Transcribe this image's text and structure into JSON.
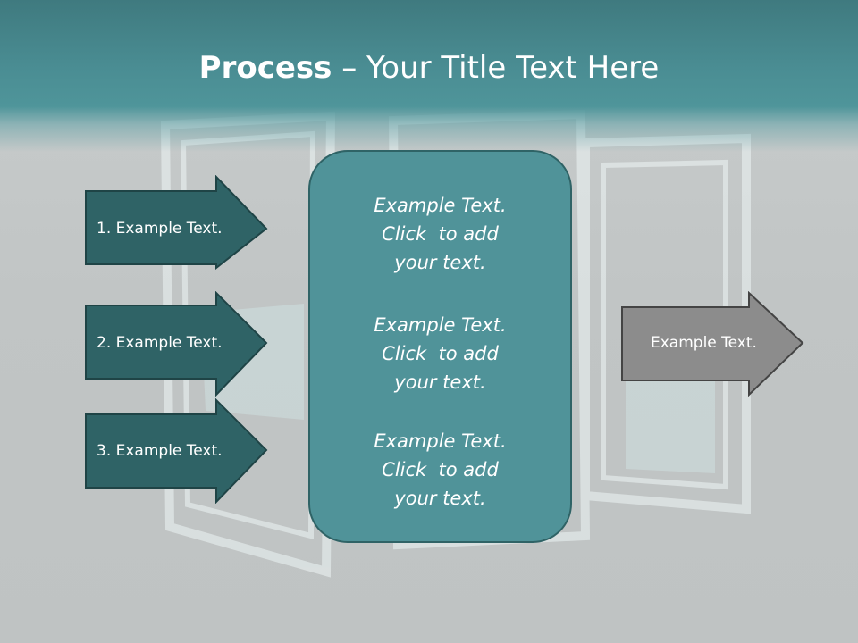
{
  "slide": {
    "title_bold": "Process",
    "title_dash": " – ",
    "title_rest": "Your Title Text Here"
  },
  "left_steps": [
    {
      "label": "1. Example Text."
    },
    {
      "label": "2. Example Text."
    },
    {
      "label": "3. Example Text."
    }
  ],
  "center_box": {
    "paragraphs": [
      {
        "line1": "Example Text.",
        "line2": "Click  to add",
        "line3": "your text."
      },
      {
        "line1": "Example Text.",
        "line2": "Click  to add",
        "line3": "your text."
      },
      {
        "line1": "Example Text.",
        "line2": "Click  to add",
        "line3": "your text."
      }
    ]
  },
  "right_arrow": {
    "label": "Example Text."
  },
  "colors": {
    "header_teal": "#4a8d93",
    "step_arrow_fill": "#2f6366",
    "center_box_fill": "#509399",
    "right_arrow_fill": "#8c8c8c"
  }
}
